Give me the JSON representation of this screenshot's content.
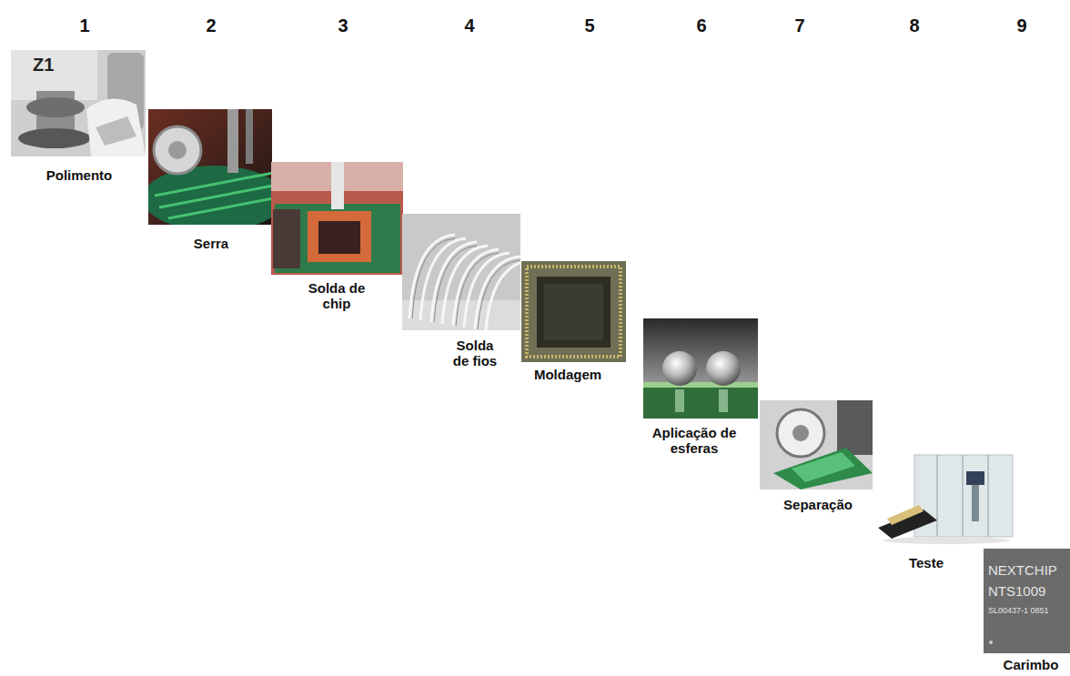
{
  "diagram": {
    "nodes": [
      {
        "text": [
          "Polimento"
        ]
      },
      {
        "text": [
          "Serra"
        ]
      },
      {
        "text": [
          "Solda de chip"
        ]
      },
      {
        "text": [
          "Solda de fios"
        ]
      },
      {
        "text": [
          "Moldagem"
        ]
      },
      {
        "text": [
          "Aplicação de esferas"
        ]
      },
      {
        "text": [
          "Separação"
        ]
      },
      {
        "text": [
          "Teste"
        ]
      },
      {
        "text": [
          "Carimbo"
        ]
      }
    ],
    "labels": [
      "1",
      "2",
      "3",
      "4",
      "5",
      "6",
      "7",
      "8",
      "9",
      "Z1",
      "NEXTCHIP",
      "NTS1009",
      "SL00437-1 0851"
    ]
  }
}
